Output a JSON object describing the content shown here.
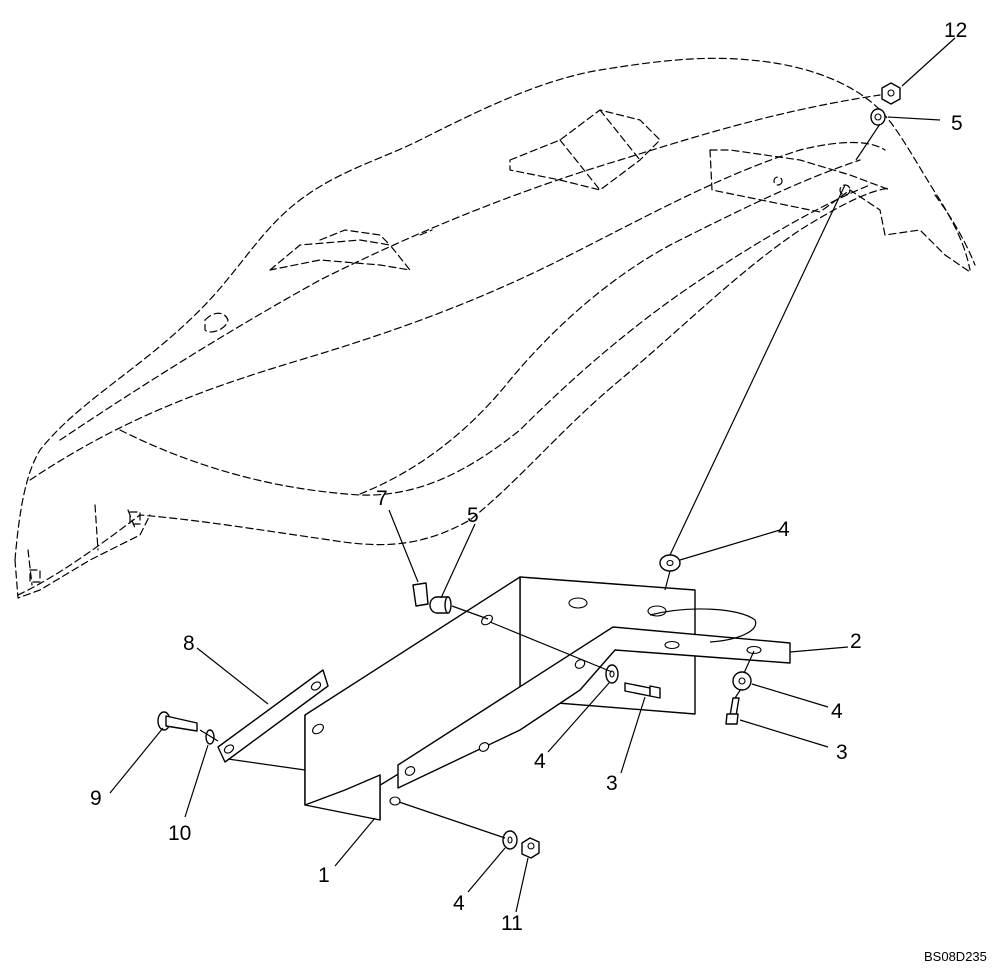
{
  "callouts": {
    "c1": "1",
    "c2": "2",
    "c3a": "3",
    "c3b": "3",
    "c4a": "4",
    "c4b": "4",
    "c4c": "4",
    "c4d": "4",
    "c5a": "5",
    "c5b": "5",
    "c7": "7",
    "c8": "8",
    "c9": "9",
    "c10": "10",
    "c11": "11",
    "c12": "12"
  },
  "drawing_code": "BS08D235"
}
